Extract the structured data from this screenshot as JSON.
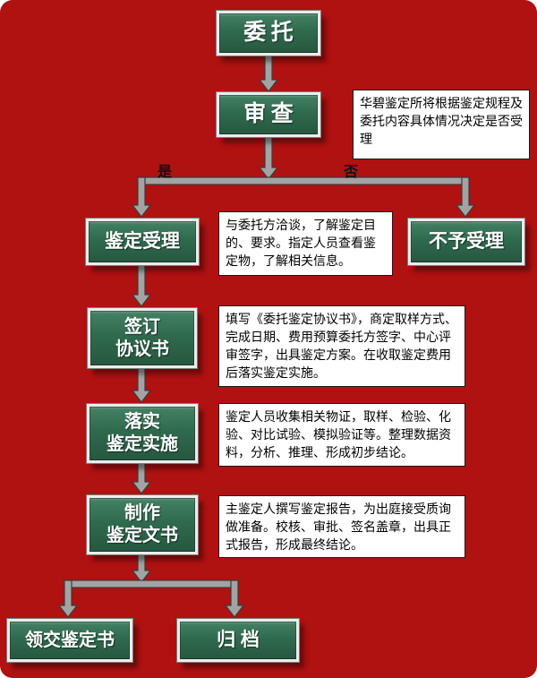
{
  "colors": {
    "background": "#B01111",
    "node_fill": "#2F6A4F",
    "node_border": "#ECECEC",
    "node_text": "#FFFFFF",
    "note_background": "#FFFFFF",
    "note_border": "#1A1A1A",
    "note_text": "#000000",
    "arrow_fill": "#A3A3A3",
    "arrow_outline": "#3C3C3C"
  },
  "nodes": {
    "entrust": {
      "label": "委托"
    },
    "review": {
      "label": "审查"
    },
    "accept": {
      "label": "鉴定受理"
    },
    "reject": {
      "label": "不予受理"
    },
    "sign": {
      "label": "签订\n协议书"
    },
    "implement": {
      "label": "落实\n鉴定实施"
    },
    "document": {
      "label": "制作\n鉴定文书"
    },
    "deliver": {
      "label": "领交鉴定书"
    },
    "archive": {
      "label": "归 档"
    }
  },
  "branch": {
    "yes": "是",
    "no": "否"
  },
  "notes": {
    "review": "华碧鉴定所将根据鉴定规程及委托内容具体情况决定是否受理",
    "accept": "与委托方洽谈，了解鉴定目的、要求。指定人员查看鉴定物，了解相关信息。",
    "sign": "填写《委托鉴定协议书》，商定取样方式、完成日期、费用预算委托方签字、中心评审签字，出具鉴定方案。在收取鉴定费用后落实鉴定实施。",
    "implement": "鉴定人员收集相关物证，取样、检验、化验、对比试验、模拟验证等。整理数据资料，分析、推理、形成初步结论。",
    "document": "主鉴定人撰写鉴定报告，为出庭接受质询做准备。校核、审批、签名盖章，出具正式报告，形成最终结论。"
  }
}
